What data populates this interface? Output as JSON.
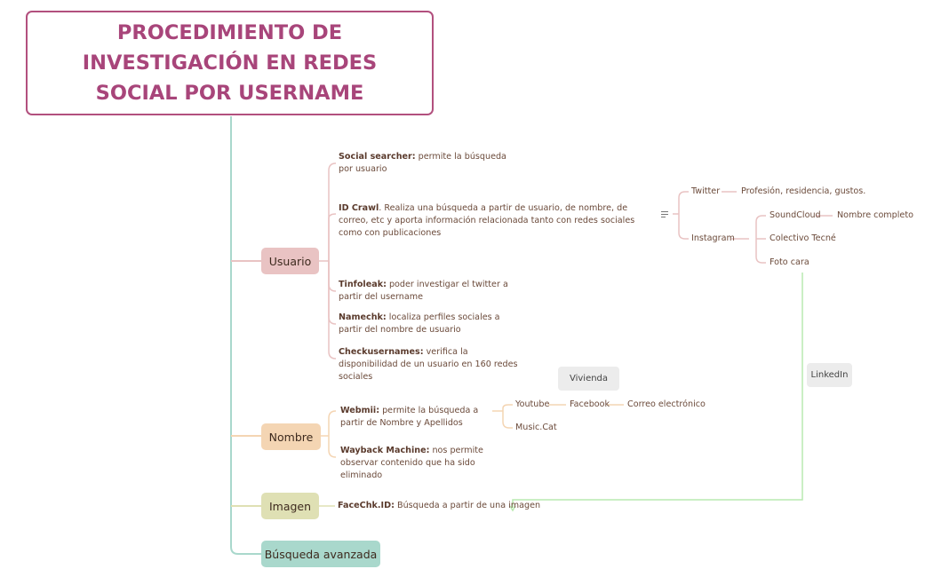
{
  "title": "PROCEDIMIENTO DE INVESTIGACIÓN EN REDES SOCIAL POR USERNAME",
  "colors": {
    "title": "#a8457a",
    "usuario": "#e9c3c3",
    "nombre": "#f4d5b3",
    "imagen": "#dfe0b4",
    "avanzada": "#a9d8cc"
  },
  "branches": {
    "usuario": {
      "label": "Usuario",
      "items": [
        {
          "name": "Social searcher:",
          "desc": " permite la búsqueda por usuario"
        },
        {
          "name": "ID Crawl",
          "desc": ". Realiza una búsqueda a partir de usuario, de nombre, de correo, etc y aporta información relacionada tanto con redes sociales como con publicaciones"
        },
        {
          "name": "Tinfoleak:",
          "desc": " poder investigar el twitter a partir del username"
        },
        {
          "name": "Namechk:",
          "desc": " localiza perfiles sociales a partir del nombre de usuario"
        },
        {
          "name": "Checkusernames:",
          "desc": " verifica la disponibilidad de un usuario en 160 redes sociales"
        }
      ],
      "idcrawl_sub": {
        "twitter": "Twitter",
        "twitter_info": "Profesión, residencia, gustos.",
        "instagram": "Instagram",
        "soundcloud": "SoundCloud",
        "soundcloud_info": "Nombre completo",
        "colectivo": "Colectivo Tecné",
        "foto": "Foto cara"
      }
    },
    "nombre": {
      "label": "Nombre",
      "items": [
        {
          "name": "Webmii:",
          "desc": " permite la búsqueda a partir de Nombre y Apellidos"
        },
        {
          "name": "Wayback Machine:",
          "desc": " nos permite observar contenido que ha sido eliminado"
        }
      ],
      "webmii_sub": {
        "youtube": "Youtube",
        "facebook": "Facebook",
        "correo": "Correo electrónico",
        "musiccat": "Music.Cat"
      }
    },
    "imagen": {
      "label": "Imagen",
      "items": [
        {
          "name": "FaceChk.ID:",
          "desc": " Búsqueda a partir de una imagen"
        }
      ]
    },
    "avanzada": {
      "label": "Búsqueda avanzada"
    }
  },
  "floating": {
    "vivienda": "Vivienda",
    "linkedin": "LinkedIn"
  }
}
